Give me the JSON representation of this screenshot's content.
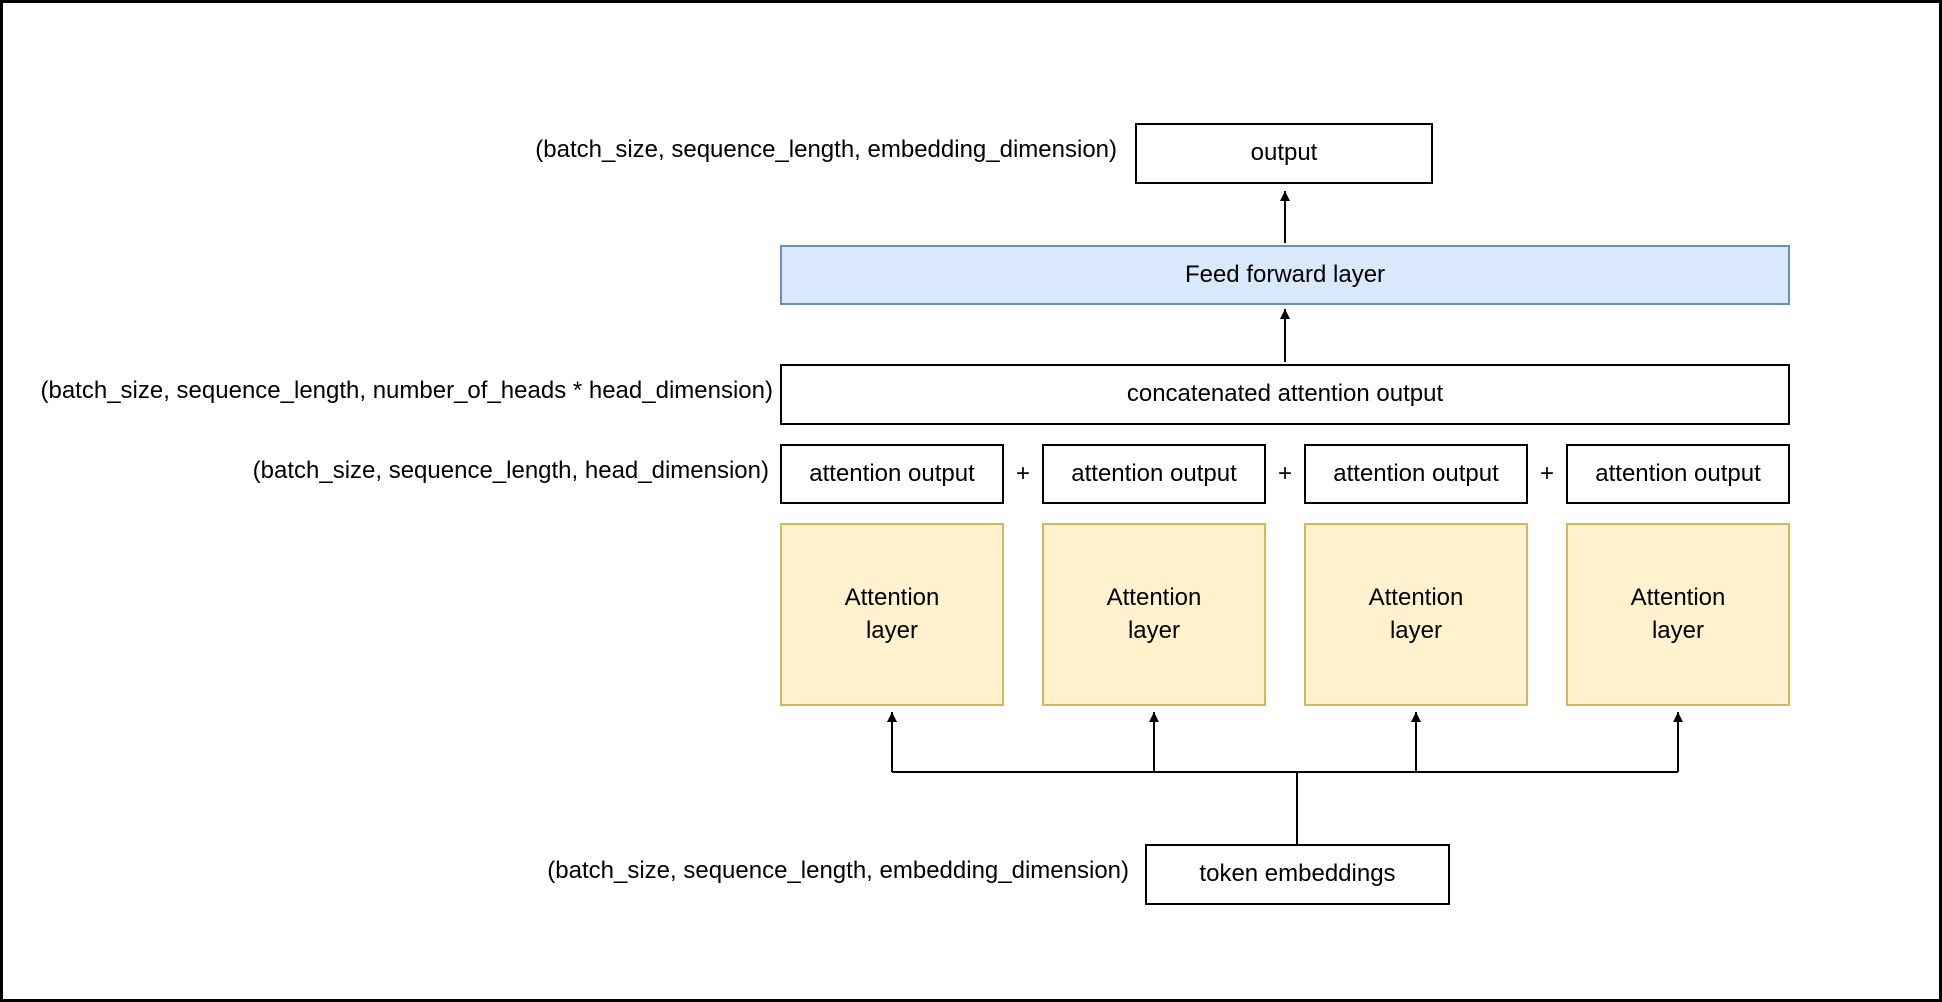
{
  "colors": {
    "background": "#ffffff",
    "frame_border": "#000000",
    "box_border": "#000000",
    "feed_forward_fill": "#dae8fc",
    "feed_forward_border": "#6c8ebf",
    "attention_fill": "#fff2cc",
    "attention_border": "#d6b656",
    "connector": "#000000"
  },
  "boxes": {
    "output": "output",
    "feed_forward": "Feed forward layer",
    "concatenated": "concatenated attention output",
    "attention_outputs": [
      "attention output",
      "attention output",
      "attention output",
      "attention output"
    ],
    "attention_layers": [
      "Attention\nlayer",
      "Attention\nlayer",
      "Attention\nlayer",
      "Attention\nlayer"
    ],
    "token_embeddings": "token embeddings"
  },
  "operators": {
    "plus_separators": [
      "+",
      "+",
      "+"
    ]
  },
  "shape_labels": {
    "output": "(batch_size, sequence_length, embedding_dimension)",
    "concatenated": "(batch_size, sequence_length, number_of_heads * head_dimension)",
    "attention_output": "(batch_size, sequence_length, head_dimension)",
    "token_embeddings": "(batch_size, sequence_length, embedding_dimension)"
  }
}
